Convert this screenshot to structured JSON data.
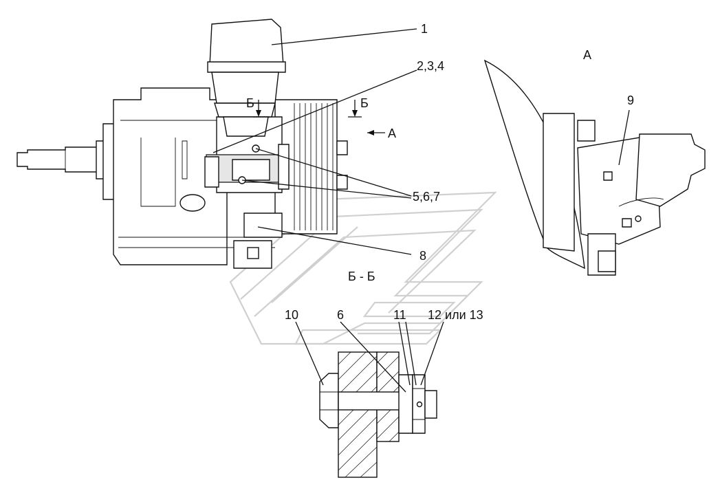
{
  "callouts": {
    "c1": "1",
    "c234": "2,3,4",
    "c567": "5,6,7",
    "c8": "8",
    "c9": "9",
    "c10": "10",
    "c6": "6",
    "c11": "11",
    "c1213": "12 или 13"
  },
  "views": {
    "view_a_title": "А",
    "view_a_arrow": "А",
    "section_mark_left": "Б",
    "section_mark_right": "Б",
    "section_title": "Б - Б"
  }
}
